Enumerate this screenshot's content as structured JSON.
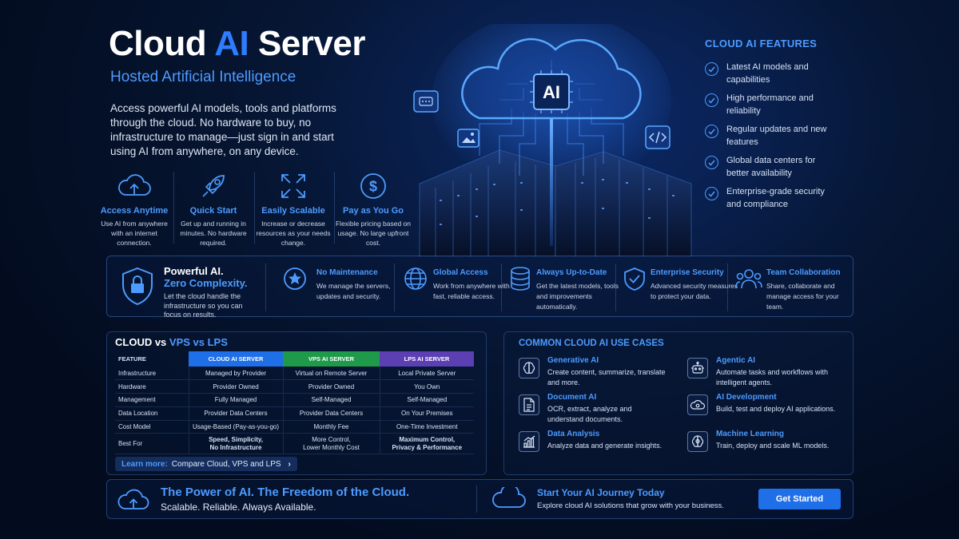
{
  "hero": {
    "title_pre": "Cloud ",
    "title_ai": "AI",
    "title_post": " Server",
    "subtitle": "Hosted Artificial Intelligence",
    "description": "Access powerful AI models, tools and platforms through the cloud. No hardware to buy, no infrastructure to manage—just sign in and start using AI from anywhere, on any device."
  },
  "benefits": [
    {
      "icon": "cloud-upload-icon",
      "title": "Access Anytime",
      "desc": "Use AI from anywhere with an internet connection."
    },
    {
      "icon": "rocket-icon",
      "title": "Quick Start",
      "desc": "Get up and running in minutes. No hardware required."
    },
    {
      "icon": "expand-arrows-icon",
      "title": "Easily Scalable",
      "desc": "Increase or decrease resources as your needs change."
    },
    {
      "icon": "dollar-icon",
      "title": "Pay as You Go",
      "desc": "Flexible pricing based on usage. No large upfront cost."
    }
  ],
  "illustration": {
    "cloud_label": "AI"
  },
  "features": {
    "title": "CLOUD AI FEATURES",
    "items": [
      "Latest AI models and capabilities",
      "High performance and reliability",
      "Regular updates and new features",
      "Global data centers for better availability",
      "Enterprise-grade security and compliance"
    ]
  },
  "powerful": {
    "title": "Powerful AI.",
    "title2": "Zero Complexity.",
    "desc": "Let the cloud handle the infrastructure so you can focus on results."
  },
  "mid_items": [
    {
      "icon": "star-badge-icon",
      "title": "No Maintenance",
      "desc": "We manage the servers, updates and security."
    },
    {
      "icon": "globe-icon",
      "title": "Global Access",
      "desc": "Work from anywhere with fast, reliable access."
    },
    {
      "icon": "database-icon",
      "title": "Always Up-to-Date",
      "desc": "Get the latest models, tools and improvements automatically."
    },
    {
      "icon": "shield-check-icon",
      "title": "Enterprise Security",
      "desc": "Advanced security measures to protect your data."
    },
    {
      "icon": "team-icon",
      "title": "Team Collaboration",
      "desc": "Share, collaborate and manage access for your team."
    }
  ],
  "comparison": {
    "title_a": "CLOUD vs ",
    "title_b": "VPS vs LPS",
    "headers": [
      "FEATURE",
      "CLOUD AI SERVER",
      "VPS AI SERVER",
      "LPS AI SERVER"
    ],
    "header_colors": [
      "#1f6fe8",
      "#1f9a4b",
      "#5b3fb3"
    ],
    "rows": [
      [
        "Infrastructure",
        "Managed by Provider",
        "Virtual on Remote Server",
        "Local Private Server"
      ],
      [
        "Hardware",
        "Provider Owned",
        "Provider Owned",
        "You Own"
      ],
      [
        "Management",
        "Fully Managed",
        "Self-Managed",
        "Self-Managed"
      ],
      [
        "Data Location",
        "Provider Data Centers",
        "Provider Data Centers",
        "On Your Premises"
      ],
      [
        "Cost Model",
        "Usage-Based (Pay-as-you-go)",
        "Monthly Fee",
        "One-Time Investment"
      ]
    ],
    "best_for": {
      "label": "Best For",
      "cloud_1": "Speed, Simplicity,",
      "cloud_2": "No Infrastructure",
      "vps_1": "More Control,",
      "vps_2": "Lower Monthly Cost",
      "lps_1": "Maximum Control,",
      "lps_2": "Privacy & Performance"
    },
    "learn_label": "Learn more:",
    "learn_text": "Compare Cloud, VPS and LPS",
    "learn_arrow": "›"
  },
  "use_cases": {
    "title": "COMMON CLOUD AI USE CASES",
    "items": [
      {
        "icon": "brain-icon",
        "title": "Generative AI",
        "desc": "Create content, summarize, translate and more."
      },
      {
        "icon": "robot-icon",
        "title": "Agentic AI",
        "desc": "Automate tasks and workflows with intelligent agents."
      },
      {
        "icon": "document-icon",
        "title": "Document AI",
        "desc": "OCR, extract, analyze and understand documents."
      },
      {
        "icon": "cloud-gear-icon",
        "title": "AI Development",
        "desc": "Build, test and deploy AI applications."
      },
      {
        "icon": "chart-icon",
        "title": "Data Analysis",
        "desc": "Analyze data and generate insights."
      },
      {
        "icon": "brain-chip-icon",
        "title": "Machine Learning",
        "desc": "Train, deploy and scale ML models."
      }
    ]
  },
  "footer": {
    "title": "The Power of AI. The Freedom of the Cloud.",
    "subtitle": "Scalable. Reliable. Always Available.",
    "cta_title": "Start Your AI Journey Today",
    "cta_subtitle": "Explore cloud AI solutions that grow with your business.",
    "button": "Get Started"
  },
  "colors": {
    "accent": "#4d9bff",
    "brand": "#1f6fe8",
    "background": "#061634"
  }
}
